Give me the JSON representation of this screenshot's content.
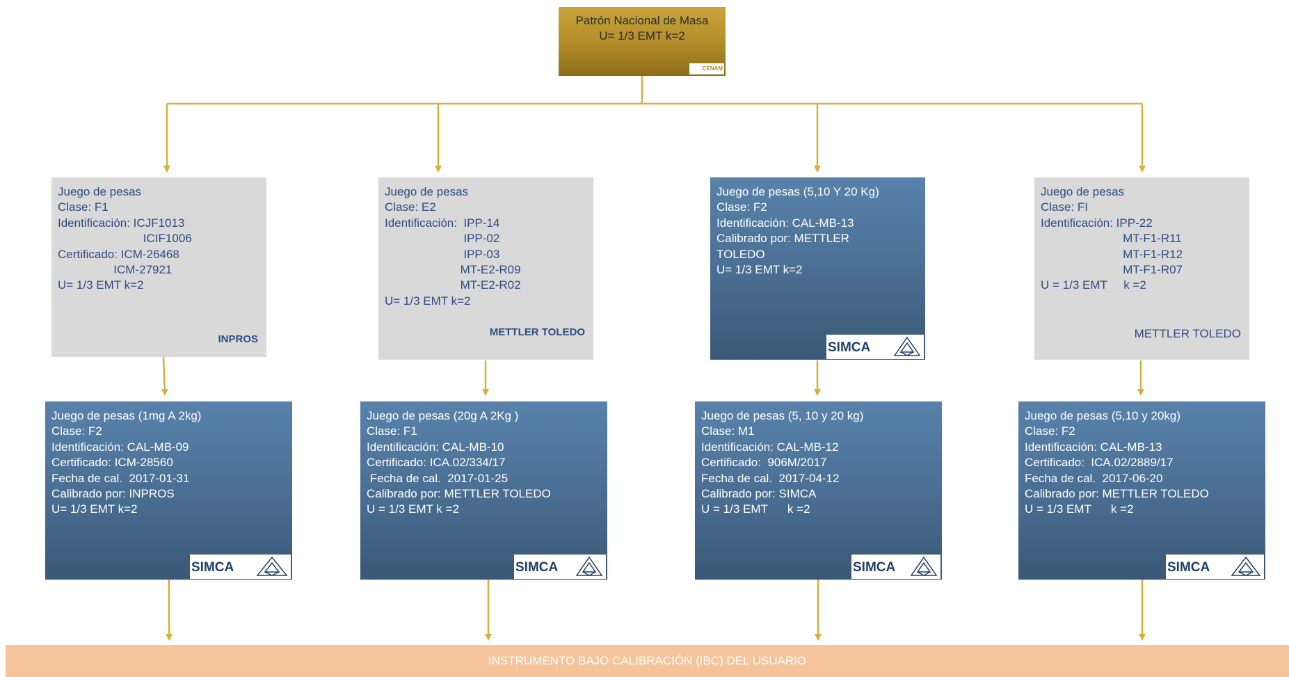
{
  "top": {
    "title": "Patrón Nacional de Masa",
    "uncertainty": "U= 1/3 EMT k=2",
    "logo_text": "CENAM"
  },
  "row1": [
    {
      "lines": [
        "Juego de pesas",
        "Clase: F1",
        "Identificación: ICJF1013",
        "                          ICIF1006",
        "Certificado: ICM-26468",
        "                 ICM-27921",
        "U= 1/3 EMT k=2"
      ],
      "footer": "INPROS"
    },
    {
      "lines": [
        "Juego de pesas",
        "Clase: E2",
        "Identificación:  IPP-14",
        "                        IPP-02",
        "                        IPP-03",
        "                       MT-E2-R09",
        "                       MT-E2-R02",
        "U= 1/3 EMT k=2"
      ],
      "footer": "METTLER TOLEDO"
    },
    {
      "lines": [
        "Juego de pesas (5,10 Y 20 Kg)",
        "Clase: F2",
        "Identificación: CAL-MB-13",
        "Calibrado por: METTLER",
        "TOLEDO",
        "U= 1/3 EMT k=2"
      ],
      "logo_text": "SIMCA"
    },
    {
      "lines": [
        "Juego de pesas",
        "Clase: FI",
        "Identificación: IPP-22",
        "                         MT-F1-R11",
        "                         MT-F1-R12",
        "                         MT-F1-R07",
        "U = 1/3 EMT     k =2"
      ],
      "footer": "METTLER TOLEDO"
    }
  ],
  "row2": [
    {
      "lines": [
        "Juego de pesas (1mg A 2kg)",
        "Clase: F2",
        "Identificación: CAL-MB-09",
        "Certificado: ICM-28560",
        "Fecha de cal.  2017-01-31",
        "Calibrado por: INPROS",
        "U= 1/3 EMT k=2"
      ],
      "logo_text": "SIMCA"
    },
    {
      "lines": [
        "Juego de pesas (20g A 2Kg )",
        "Clase: F1",
        "Identificación: CAL-MB-10",
        "Certificado: ICA.02/334/17",
        " Fecha de cal.  2017-01-25",
        "Calibrado por: METTLER TOLEDO",
        "U = 1/3 EMT k =2"
      ],
      "logo_text": "SIMCA"
    },
    {
      "lines": [
        "Juego de pesas (5, 10 y 20 kg)",
        "Clase: M1",
        "Identificación: CAL-MB-12",
        "Certificado:  906M/2017",
        "Fecha de cal.  2017-04-12",
        "Calibrado por: SIMCA",
        "U = 1/3 EMT      k =2"
      ],
      "logo_text": "SIMCA"
    },
    {
      "lines": [
        "Juego de pesas (5,10 y 20kg)",
        "Clase: F2",
        "Identificación: CAL-MB-13",
        "Certificado:  ICA.02/2889/17",
        "Fecha de cal.  2017-06-20",
        "Calibrado por: METTLER TOLEDO",
        "U = 1/3 EMT      k =2"
      ],
      "logo_text": "SIMCA"
    }
  ],
  "footer": {
    "label": "INSTRUMENTO BAJO CALIBRACIÓN  (IBC) DEL USUARIO"
  },
  "colors": {
    "connector": "#d4b03c",
    "top_box": "#b8922c",
    "gray_box": "#d9d9d9",
    "blue_box": "#4c7196",
    "text_dark_blue": "#2e4d82",
    "footer_bar": "#f6c49a"
  }
}
